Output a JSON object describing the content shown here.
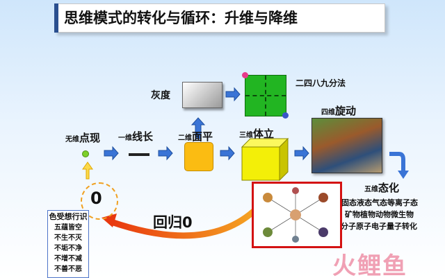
{
  "title": "思维模式的转化与循环：升维与降维",
  "stages": {
    "point": {
      "prefix": "无维",
      "main": "点现"
    },
    "line": {
      "prefix": "一维",
      "main": "线长"
    },
    "plane": {
      "prefix": "二维",
      "main": "面平"
    },
    "solid": {
      "prefix": "三维",
      "main": "体立"
    },
    "rotation": {
      "prefix": "四维",
      "main": "旋动"
    },
    "state": {
      "prefix": "五维",
      "main": "态化",
      "lines": [
        "固态液态气态等离子态",
        "矿物植物动物微生物",
        "分子原子电子量子转化"
      ]
    }
  },
  "gray_label": "灰度",
  "quadrant_label": "二四八九分法",
  "zero_label": "0",
  "return_label": "回归0",
  "five_skandhas": [
    "色受想行识",
    "五蕴皆空",
    "不生不灭",
    "不垢不净",
    "不增不减",
    "不善不恶"
  ],
  "watermark": "火鲤鱼",
  "colors": {
    "arrow_blue": "#3a74d6",
    "plane_orange": "#fbbc12",
    "cube_yellow": "#f3ef08",
    "square_green": "#22b522",
    "return_red": "#e8380f",
    "title_bar": "#2a4f8f"
  }
}
